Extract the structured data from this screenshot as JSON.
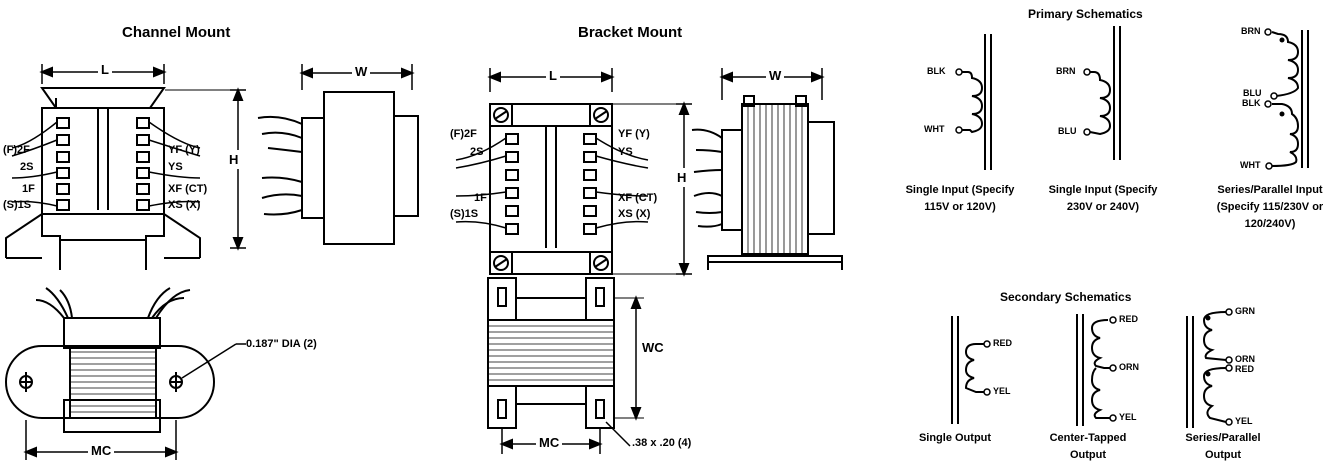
{
  "channel": {
    "title": "Channel Mount",
    "dim_l": "L",
    "dim_w": "W",
    "dim_h": "H",
    "dim_mc": "MC",
    "hole_note": "0.187\" DIA (2)",
    "pins_left": [
      "(F)2F",
      "2S",
      "1F",
      "(S)1S"
    ],
    "pins_right": [
      "YF (Y)",
      "YS",
      "XF (CT)",
      "XS (X)"
    ]
  },
  "bracket": {
    "title": "Bracket Mount",
    "dim_l": "L",
    "dim_w": "W",
    "dim_h": "H",
    "dim_wc": "WC",
    "dim_mc": "MC",
    "slot_note": ".38 x .20 (4)",
    "pins_left": [
      "(F)2F",
      "2S",
      "1F",
      "(S)1S"
    ],
    "pins_right": [
      "YF (Y)",
      "YS",
      "XF (CT)",
      "XS (X)"
    ]
  },
  "primary": {
    "title": "Primary Schematics",
    "items": [
      {
        "caption": "Single Input (Specify 115V or 120V)",
        "wires": [
          "BLK",
          "WHT"
        ]
      },
      {
        "caption": "Single Input (Specify 230V or 240V)",
        "wires": [
          "BRN",
          "BLU"
        ]
      },
      {
        "caption": "Series/Parallel Input (Specify 115/230V or 120/240V)",
        "wires": [
          "BRN",
          "BLU",
          "BLK",
          "WHT"
        ]
      }
    ]
  },
  "secondary": {
    "title": "Secondary Schematics",
    "items": [
      {
        "caption": "Single Output",
        "wires": [
          "RED",
          "YEL"
        ]
      },
      {
        "caption": "Center-Tapped Output",
        "wires": [
          "RED",
          "ORN",
          "YEL"
        ]
      },
      {
        "caption": "Series/Parallel Output",
        "wires": [
          "GRN",
          "ORN",
          "RED",
          "YEL"
        ]
      }
    ]
  }
}
